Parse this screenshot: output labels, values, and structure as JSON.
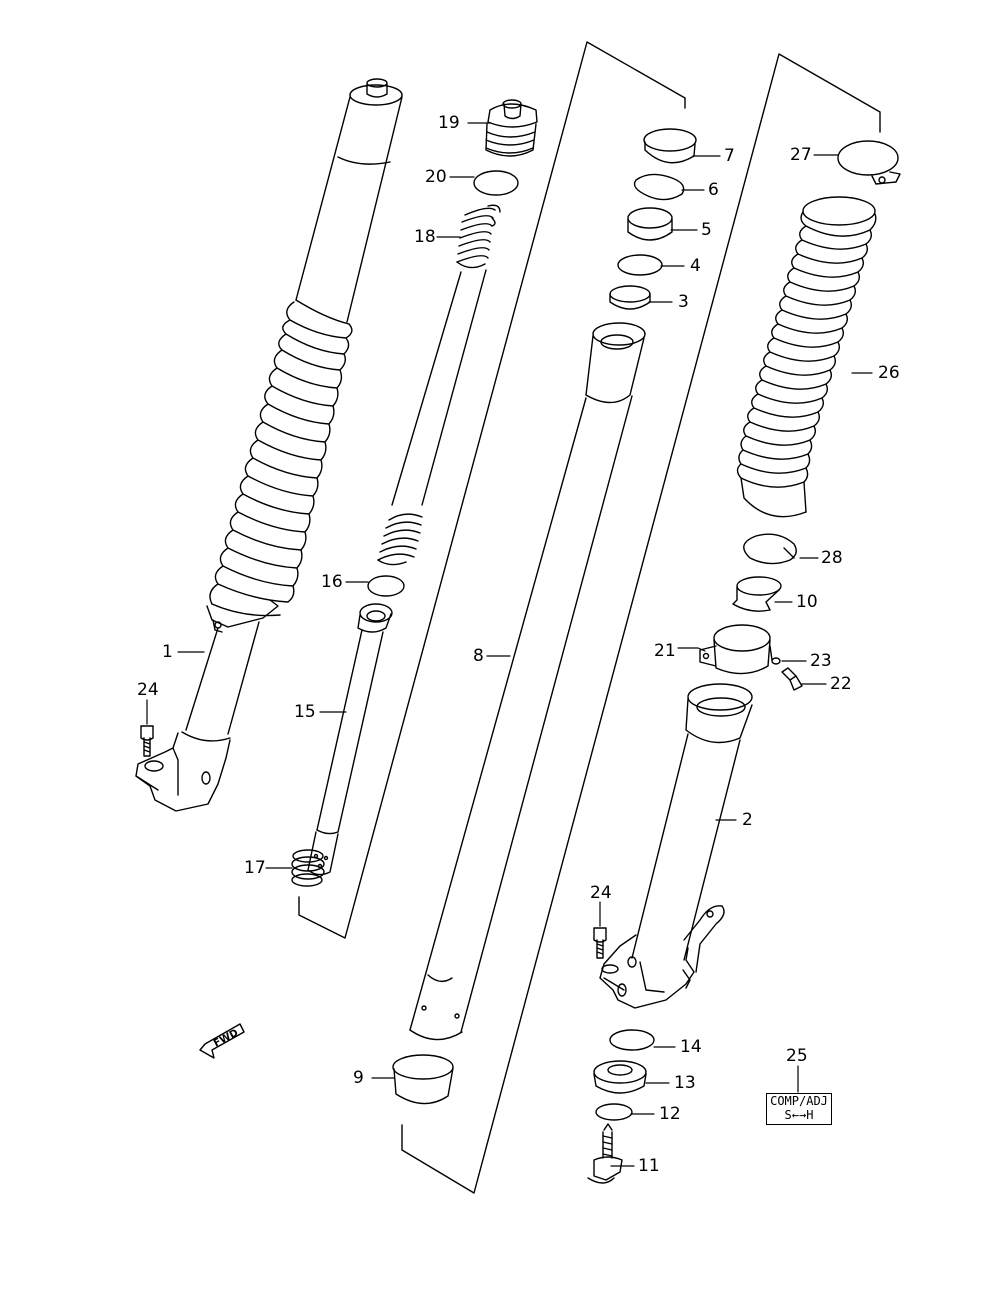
{
  "labels": {
    "p1": "1",
    "p2": "2",
    "p3": "3",
    "p4": "4",
    "p5": "5",
    "p6": "6",
    "p7": "7",
    "p8": "8",
    "p9": "9",
    "p10": "10",
    "p11": "11",
    "p12": "12",
    "p13": "13",
    "p14": "14",
    "p15": "15",
    "p16": "16",
    "p17": "17",
    "p18": "18",
    "p19": "19",
    "p20": "20",
    "p21": "21",
    "p22": "22",
    "p23": "23",
    "p24a": "24",
    "p24b": "24",
    "p25": "25",
    "p26": "26",
    "p27": "27",
    "p28": "28"
  },
  "note": {
    "line1": "COMP/ADJ",
    "line2": "S←→H"
  },
  "fwd_arrow": {
    "text": "FWD"
  }
}
